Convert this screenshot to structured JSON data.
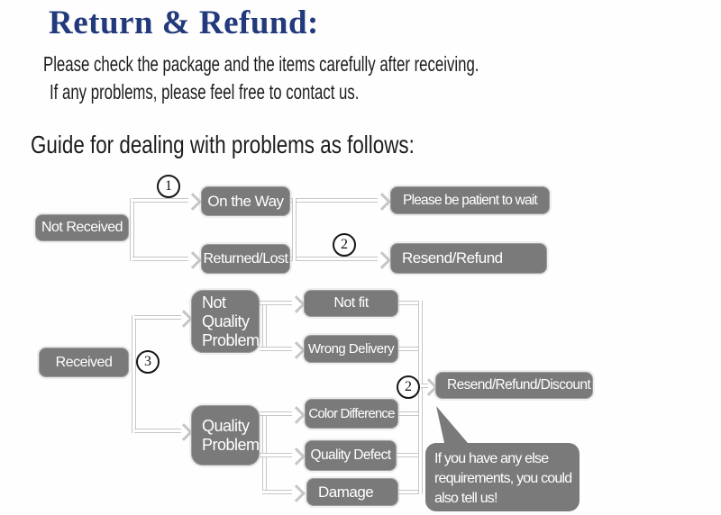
{
  "header": {
    "title": "Return & Refund:",
    "subtitle_line1": "Please check the package and the items carefully after receiving.",
    "subtitle_line2": "If any problems, please feel free to contact us.",
    "guide_heading": "Guide for dealing with problems as follows:"
  },
  "colors": {
    "title": "#223a7c",
    "body_text": "#1c1c1c",
    "node_fill": "#7a7a7a",
    "node_text": "#ffffff",
    "connector": "#c6c6c6",
    "marker_border": "#161616"
  },
  "flow": {
    "nodes": {
      "not_received": {
        "label": "Not Received"
      },
      "on_the_way": {
        "label": "On the Way"
      },
      "returned_lost": {
        "label": "Returned/Lost"
      },
      "please_wait": {
        "label": "Please be patient to wait"
      },
      "resend_refund": {
        "label": "Resend/Refund"
      },
      "received": {
        "label": "Received"
      },
      "not_quality_problem": {
        "lines": [
          "Not",
          "Quality",
          "Problem"
        ]
      },
      "not_fit": {
        "label": "Not fit"
      },
      "wrong_delivery": {
        "label": "Wrong Delivery"
      },
      "quality_problem": {
        "lines": [
          "Quality",
          "Problem"
        ]
      },
      "color_difference": {
        "label": "Color Difference"
      },
      "quality_defect": {
        "label": "Quality Defect"
      },
      "damage": {
        "label": "Damage"
      },
      "resend_refund_discount": {
        "label": "Resend/Refund/Discount"
      }
    },
    "markers": {
      "step1": "1",
      "step2_first": "2",
      "step3": "3",
      "step2_second": "2"
    },
    "note_bubble": {
      "lines": [
        "If you have any else",
        "requirements, you could",
        "also tell us!"
      ]
    }
  }
}
